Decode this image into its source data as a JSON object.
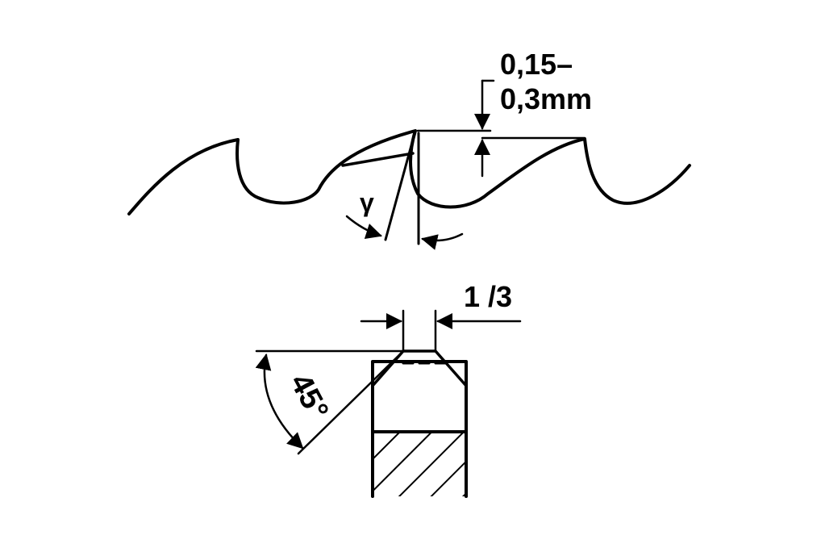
{
  "labels": {
    "thickness_line1": "0,15–",
    "thickness_line2": "0,3mm",
    "rake_angle": "γ",
    "fraction": "1 /3",
    "angle": "45°"
  },
  "colors": {
    "ink": "#000000",
    "background": "#ffffff"
  }
}
